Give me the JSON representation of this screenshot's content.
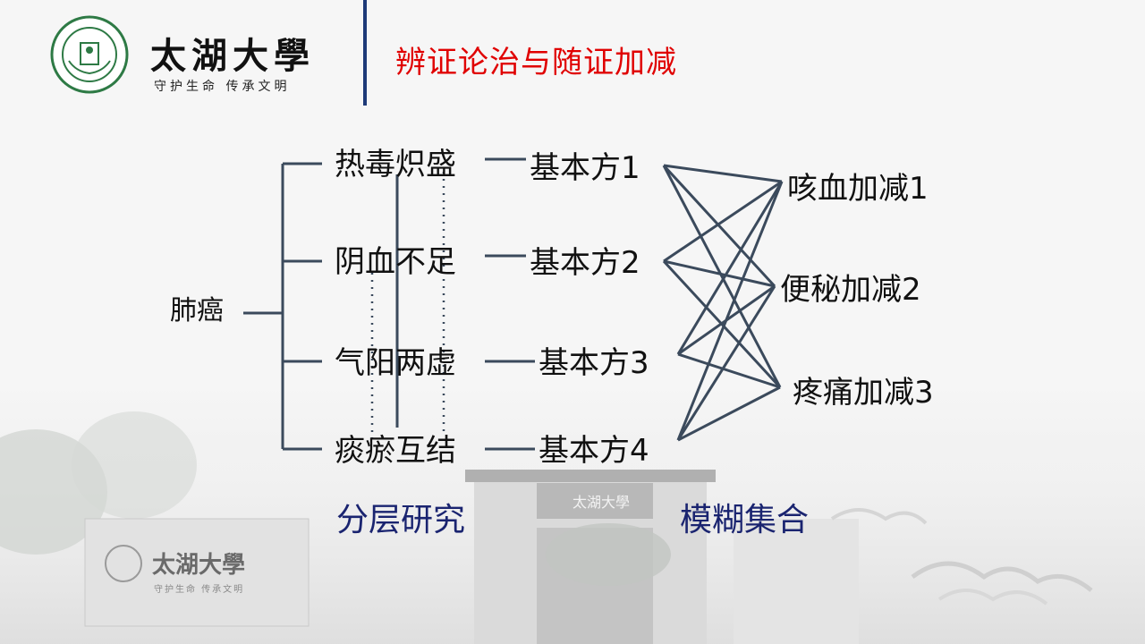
{
  "header": {
    "university_name": "太湖大學",
    "motto": "守护生命 传承文明",
    "slide_title": "辨证论治与随证加减"
  },
  "diagram": {
    "root": "肺癌",
    "syndromes": [
      "热毒炽盛",
      "阴血不足",
      "气阳两虚",
      "痰瘀互结"
    ],
    "formulas": [
      "基本方1",
      "基本方2",
      "基本方3",
      "基本方4"
    ],
    "modifications": [
      "咳血加减1",
      "便秘加减2",
      "疼痛加减3"
    ]
  },
  "footer_labels": {
    "layered_study": "分层研究",
    "fuzzy_set": "模糊集合"
  },
  "colors": {
    "title_red": "#e00000",
    "line_slate": "#3b4a5c",
    "label_navy": "#1a2470",
    "divider_blue": "#1e3a78"
  }
}
